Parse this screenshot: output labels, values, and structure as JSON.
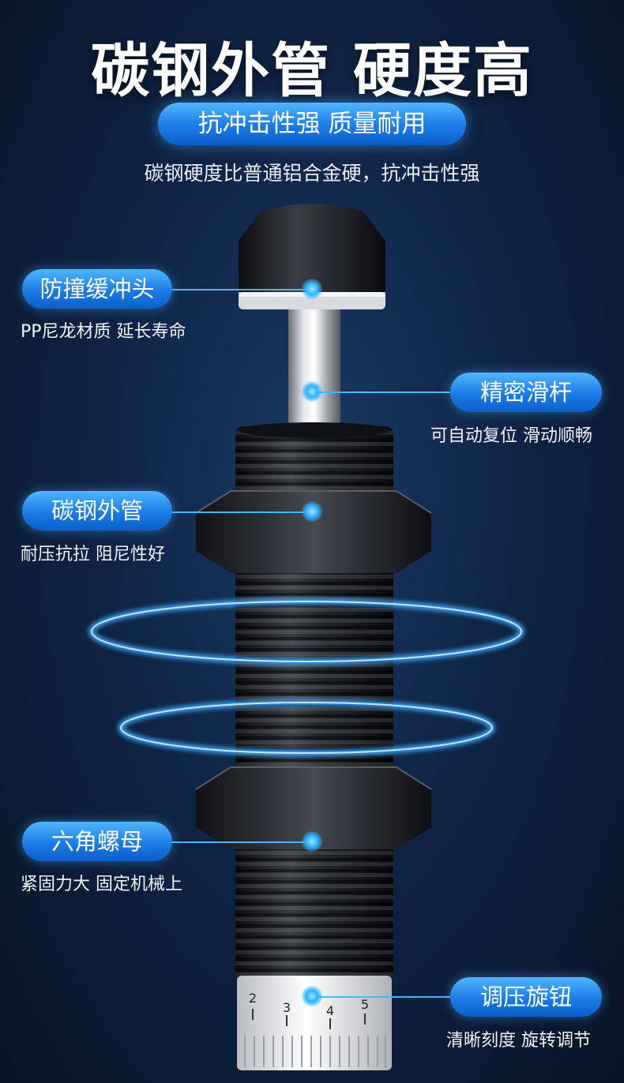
{
  "header": {
    "title": "碳钢外管 硬度高",
    "subtitle": "抗冲击性强 质量耐用",
    "description": "碳钢硬度比普通铝合金硬，抗冲击性强"
  },
  "features": [
    {
      "label": "防撞缓冲头",
      "caption": "PP尼龙材质 延长寿命"
    },
    {
      "label": "精密滑杆",
      "caption": "可自动复位 滑动顺畅"
    },
    {
      "label": "碳钢外管",
      "caption": "耐压抗拉 阻尼性好"
    },
    {
      "label": "六角螺母",
      "caption": "紧固力大 固定机械上"
    },
    {
      "label": "调压旋钮",
      "caption": "清晰刻度 旋转调节"
    }
  ],
  "dial": {
    "ticks": [
      "2",
      "3",
      "4",
      "5"
    ]
  },
  "colors": {
    "accent": "#1c7be6",
    "glow": "#49b7ff",
    "background": "#0f2545"
  }
}
